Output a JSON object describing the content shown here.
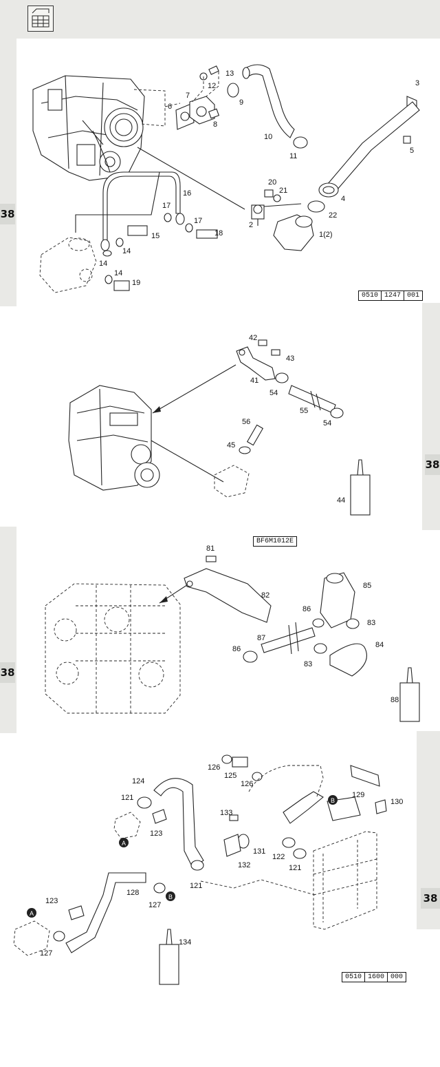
{
  "tabs": {
    "tab1": "38",
    "tab2": "38",
    "tab3": "38",
    "tab4": "38"
  },
  "codes": {
    "code1": [
      "0510",
      "1247",
      "001"
    ],
    "code2": [
      "0510",
      "1600",
      "000"
    ]
  },
  "model_label": "BF6M1012E",
  "callouts": {
    "d1": [
      "13",
      "12",
      "9",
      "7",
      "6",
      "8",
      "10",
      "11",
      "3",
      "5",
      "4",
      "20",
      "21",
      "22",
      "2",
      "1(2)",
      "16",
      "17",
      "17",
      "18",
      "14",
      "15",
      "14",
      "14",
      "19"
    ],
    "d2": [
      "42",
      "43",
      "41",
      "54",
      "55",
      "54",
      "56",
      "45",
      "44"
    ],
    "d3": [
      "81",
      "82",
      "85",
      "86",
      "83",
      "87",
      "86",
      "83",
      "84",
      "88"
    ],
    "d4": [
      "126",
      "125",
      "126",
      "129",
      "130",
      "124",
      "121",
      "123",
      "133",
      "131",
      "132",
      "122",
      "121",
      "121",
      "128",
      "127",
      "123",
      "127",
      "134"
    ]
  },
  "markers": {
    "a1": "A",
    "b1": "B",
    "b2": "B",
    "a2": "A"
  },
  "colors": {
    "strip": "#e9e9e6",
    "tab": "#d8d9d5",
    "ink": "#222222"
  }
}
